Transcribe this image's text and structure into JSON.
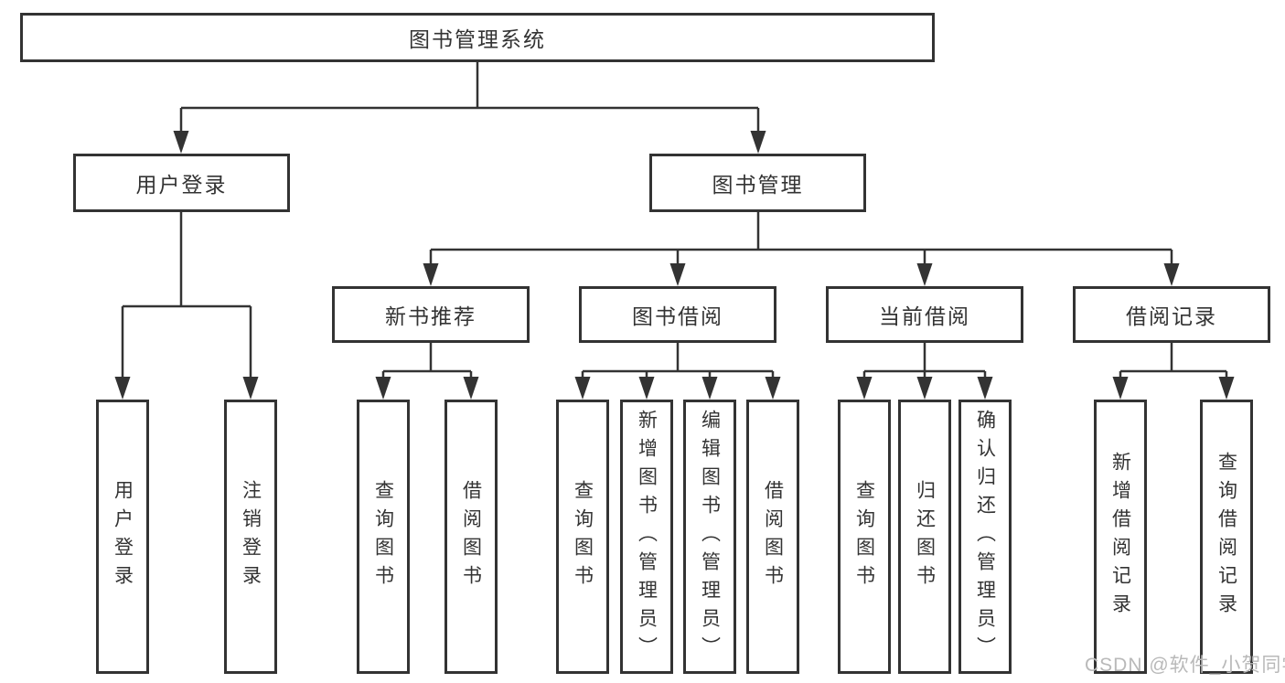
{
  "diagram": {
    "title": "图书管理系统",
    "user_login": {
      "label": "用户登录",
      "children": [
        {
          "label": "用户登录"
        },
        {
          "label": "注销登录"
        }
      ]
    },
    "book_mgmt": {
      "label": "图书管理",
      "sections": [
        {
          "label": "新书推荐",
          "children": [
            {
              "label": "查询图书"
            },
            {
              "label": "借阅图书"
            }
          ]
        },
        {
          "label": "图书借阅",
          "children": [
            {
              "label": "查询图书"
            },
            {
              "label": "新增图书（管理员）"
            },
            {
              "label": "编辑图书（管理员）"
            },
            {
              "label": "借阅图书"
            }
          ]
        },
        {
          "label": "当前借阅",
          "children": [
            {
              "label": "查询图书"
            },
            {
              "label": "归还图书"
            },
            {
              "label": "确认归还（管理员）"
            }
          ]
        },
        {
          "label": "借阅记录",
          "children": [
            {
              "label": "新增借阅记录"
            },
            {
              "label": "查询借阅记录"
            }
          ]
        }
      ]
    }
  },
  "watermark": "CSDN @软件_小贺同学",
  "colors": {
    "line": "#333333",
    "text": "#333333",
    "watermark": "#b9b9b9",
    "background": "#ffffff"
  }
}
